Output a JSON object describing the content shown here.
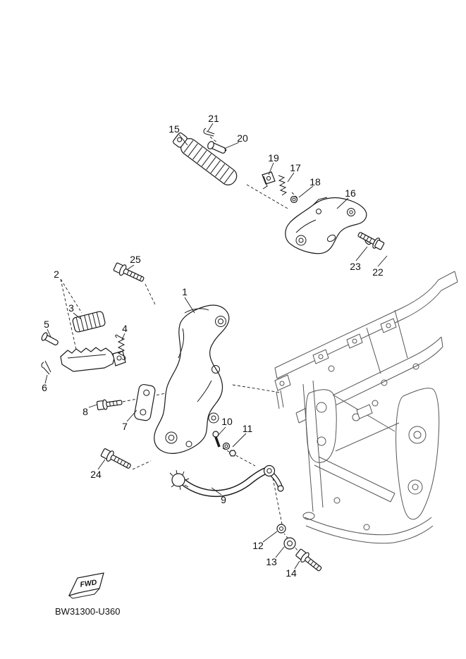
{
  "diagram": {
    "code": "BW31300-U360",
    "fwd_label": "FWD",
    "line_color": "#1a1a1a",
    "frame_line_color": "#555555",
    "background": "#ffffff"
  },
  "callouts": [
    {
      "label": "1"
    },
    {
      "label": "2"
    },
    {
      "label": "3"
    },
    {
      "label": "4"
    },
    {
      "label": "5"
    },
    {
      "label": "6"
    },
    {
      "label": "7"
    },
    {
      "label": "8"
    },
    {
      "label": "9"
    },
    {
      "label": "10"
    },
    {
      "label": "11"
    },
    {
      "label": "12"
    },
    {
      "label": "13"
    },
    {
      "label": "14"
    },
    {
      "label": "15"
    },
    {
      "label": "16"
    },
    {
      "label": "17"
    },
    {
      "label": "18"
    },
    {
      "label": "19"
    },
    {
      "label": "20"
    },
    {
      "label": "21"
    },
    {
      "label": "22"
    },
    {
      "label": "23"
    },
    {
      "label": "24"
    },
    {
      "label": "25"
    }
  ]
}
